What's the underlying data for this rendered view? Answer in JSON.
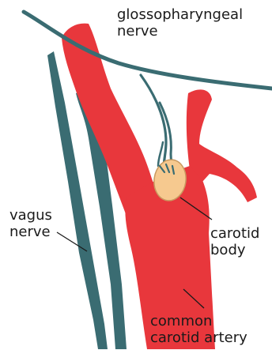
{
  "colors": {
    "artery": "#e8373c",
    "nerve": "#3a6c72",
    "nerve_outline": "#244a50",
    "carotid_body": "#f6c98f",
    "carotid_body_outline": "#c99a60",
    "leader_line": "#1a1a1a",
    "background": "#ffffff"
  },
  "labels": {
    "glossopharyngeal": [
      "glossopharyngeal",
      "nerve"
    ],
    "vagus": [
      "vagus",
      "nerve"
    ],
    "carotid_body": [
      "carotid",
      "body"
    ],
    "common_carotid": [
      "common",
      "carotid artery"
    ]
  }
}
